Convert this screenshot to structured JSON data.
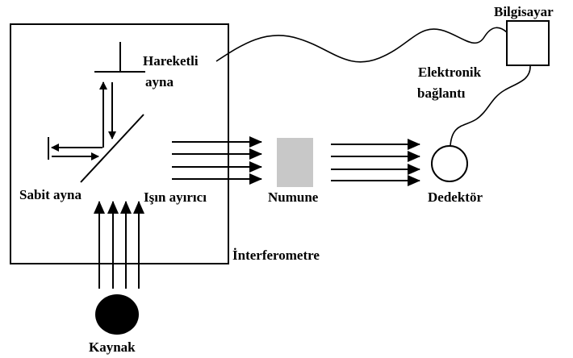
{
  "labels": {
    "computer": "Bilgisayar",
    "moving_mirror_line1": "Hareketli",
    "moving_mirror_line2": "ayna",
    "electronic_line1": "Elektronik",
    "electronic_line2": "bağlantı",
    "fixed_mirror": "Sabit ayna",
    "beam_splitter": "Işın ayırıcı",
    "sample": "Numune",
    "detector": "Dedektör",
    "interferometer": "İnterferometre",
    "source": "Kaynak"
  },
  "colors": {
    "line": "#000000",
    "sample_fill": "#c8c8c8",
    "source_fill": "#000000",
    "background": "#ffffff"
  }
}
